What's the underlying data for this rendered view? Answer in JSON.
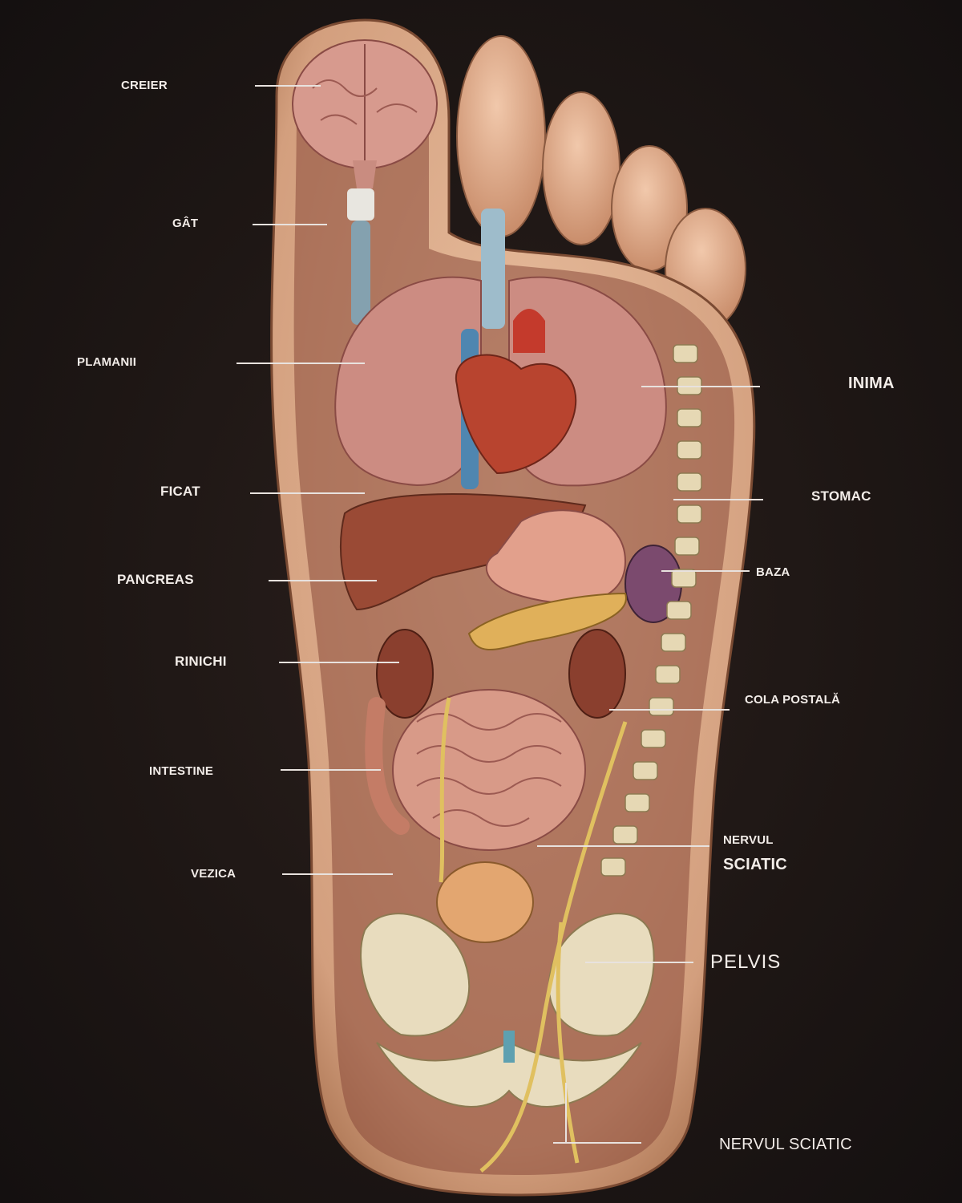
{
  "labels": {
    "creier": "CREIER",
    "gat": "GÂT",
    "plamanii": "PLAMANII",
    "inima": "INIMA",
    "ficat": "FICAT",
    "stomac": "STOMAC",
    "pancreas": "PANCREAS",
    "baza": "BAZA",
    "rinichi": "RINICHI",
    "cola_postala": "COLA POSTALĂ",
    "intestine": "INTESTINE",
    "nervul_sciatic_1_line1": "NERVUL",
    "nervul_sciatic_1_line2": "SCIATIC",
    "vezica": "VEZICA",
    "pelvis": "PELVIS",
    "nervul_sciatic_2": "NERVUL SCIATIC"
  },
  "colors": {
    "background": "#1d1614",
    "skin": "#e2b091",
    "label_text": "#f2ece8"
  }
}
